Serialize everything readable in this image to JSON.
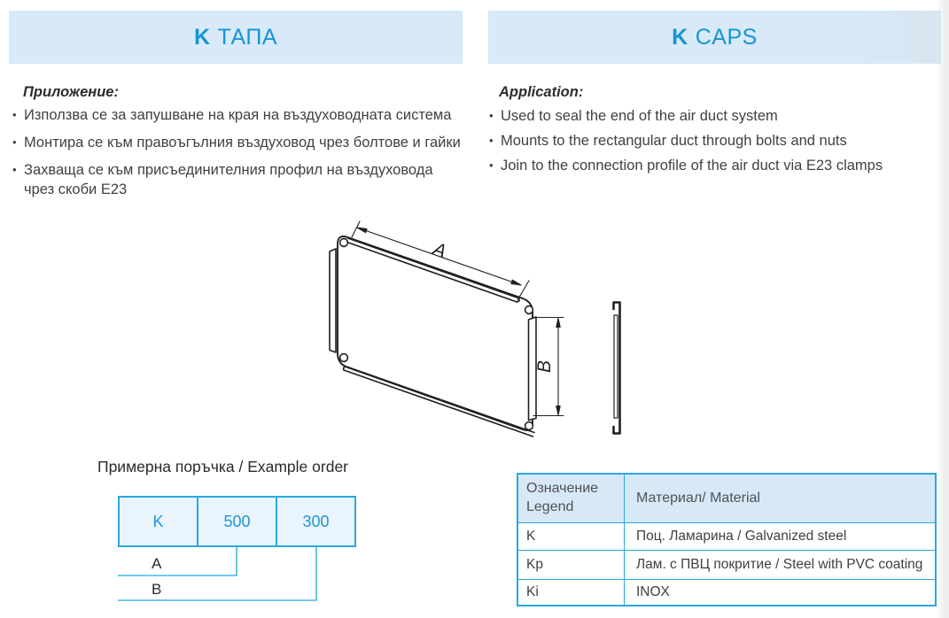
{
  "banners": {
    "left": {
      "prefix": "K",
      "title": "ТАПА"
    },
    "right": {
      "prefix": "K",
      "title": "CAPS"
    }
  },
  "sections": {
    "bg": {
      "heading": "Приложение:",
      "bullets": [
        "Използва се за запушване на края на въздуховодната система",
        "Монтира се към правоъгълния въздуховод чрез болтове и гайки",
        "Захваща се към присъединителния профил на въздуховода чрез скоби Е23"
      ]
    },
    "en": {
      "heading": "Application:",
      "bullets": [
        "Used to seal the end of the air duct system",
        "Mounts to the rectangular duct through bolts and nuts",
        "Join to the connection profile of the air duct via E23 clamps"
      ]
    }
  },
  "diagram": {
    "dim_a": "A",
    "dim_b": "B"
  },
  "example_order": {
    "heading": "Примерна поръчка / Example order",
    "cells": [
      "K",
      "500",
      "300"
    ],
    "labels": [
      "A",
      "B"
    ]
  },
  "material_table": {
    "header": {
      "legend_line1": "Означение",
      "legend_line2": "Legend",
      "material": "Материал/ Material"
    },
    "rows": [
      {
        "code": "K",
        "material": "Поц. Ламарина / Galvanized steel"
      },
      {
        "code": "Kp",
        "material": "Лам. с ПВЦ покритие / Steel with PVC coating"
      },
      {
        "code": "Ki",
        "material": "INOX"
      }
    ]
  },
  "colors": {
    "accent_blue": "#29a8e0",
    "brand_text_blue": "#1795d5",
    "banner_bg": "#d8e9f8",
    "table_header_bg": "#d7e8f7",
    "order_cell_bg": "#e9f4fc",
    "body_text": "#414042",
    "drawing_line": "#231f20"
  }
}
